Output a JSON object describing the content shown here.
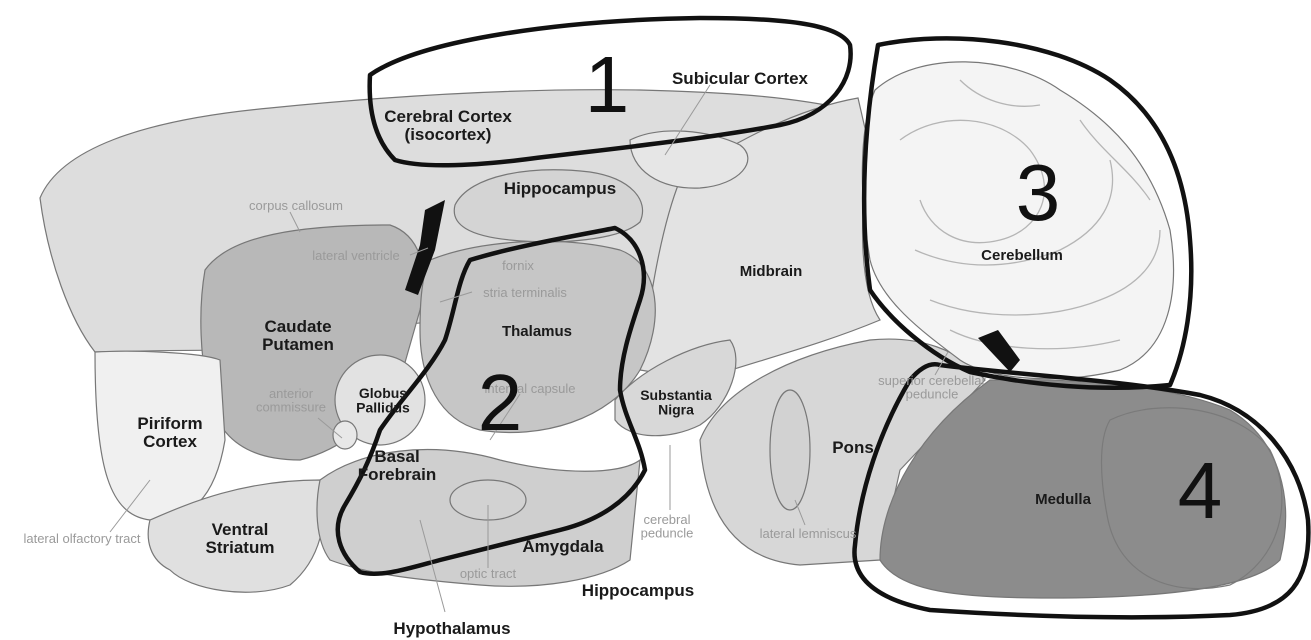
{
  "diagram": {
    "region_labels": {
      "cerebral_cortex": "Cerebral Cortex\n(isocortex)",
      "subicular_cortex": "Subicular Cortex",
      "hippocampus_upper": "Hippocampus",
      "caudate_putamen": "Caudate\nPutamen",
      "thalamus": "Thalamus",
      "midbrain": "Midbrain",
      "cerebellum": "Cerebellum",
      "globus_pallidus": "Globus\nPallidus",
      "piriform_cortex": "Piriform\nCortex",
      "basal_forebrain": "Basal\nForebrain",
      "substantia_nigra": "Substantia\nNigra",
      "pons": "Pons",
      "medulla": "Medulla",
      "ventral_striatum": "Ventral\nStriatum",
      "amygdala": "Amygdala",
      "hippocampus_lower": "Hippocampus",
      "hypothalamus": "Hypothalamus"
    },
    "tract_labels": {
      "corpus_callosum": "corpus callosum",
      "lateral_ventricle": "lateral ventricle",
      "fornix": "fornix",
      "stria_terminalis": "stria terminalis",
      "internal_capsule": "internal capsule",
      "anterior_commissure": "anterior\ncommissure",
      "superior_cerebellar_peduncle": "superior cerebellar\npeduncle",
      "lateral_olfactory_tract": "lateral olfactory tract",
      "cerebral_peduncle": "cerebral\npeduncle",
      "lateral_lemniscus": "lateral lemniscus",
      "optic_tract": "optic tract"
    },
    "outline_numbers": [
      "1",
      "2",
      "3",
      "4"
    ],
    "colors": {
      "outline": "#111111",
      "cortex_fill": "#dedede",
      "light_fill": "#ebebeb",
      "mid_fill": "#bdbdbd",
      "medulla_fill": "#8c8c8c",
      "cerebellum_fill": "#f4f4f4"
    }
  }
}
